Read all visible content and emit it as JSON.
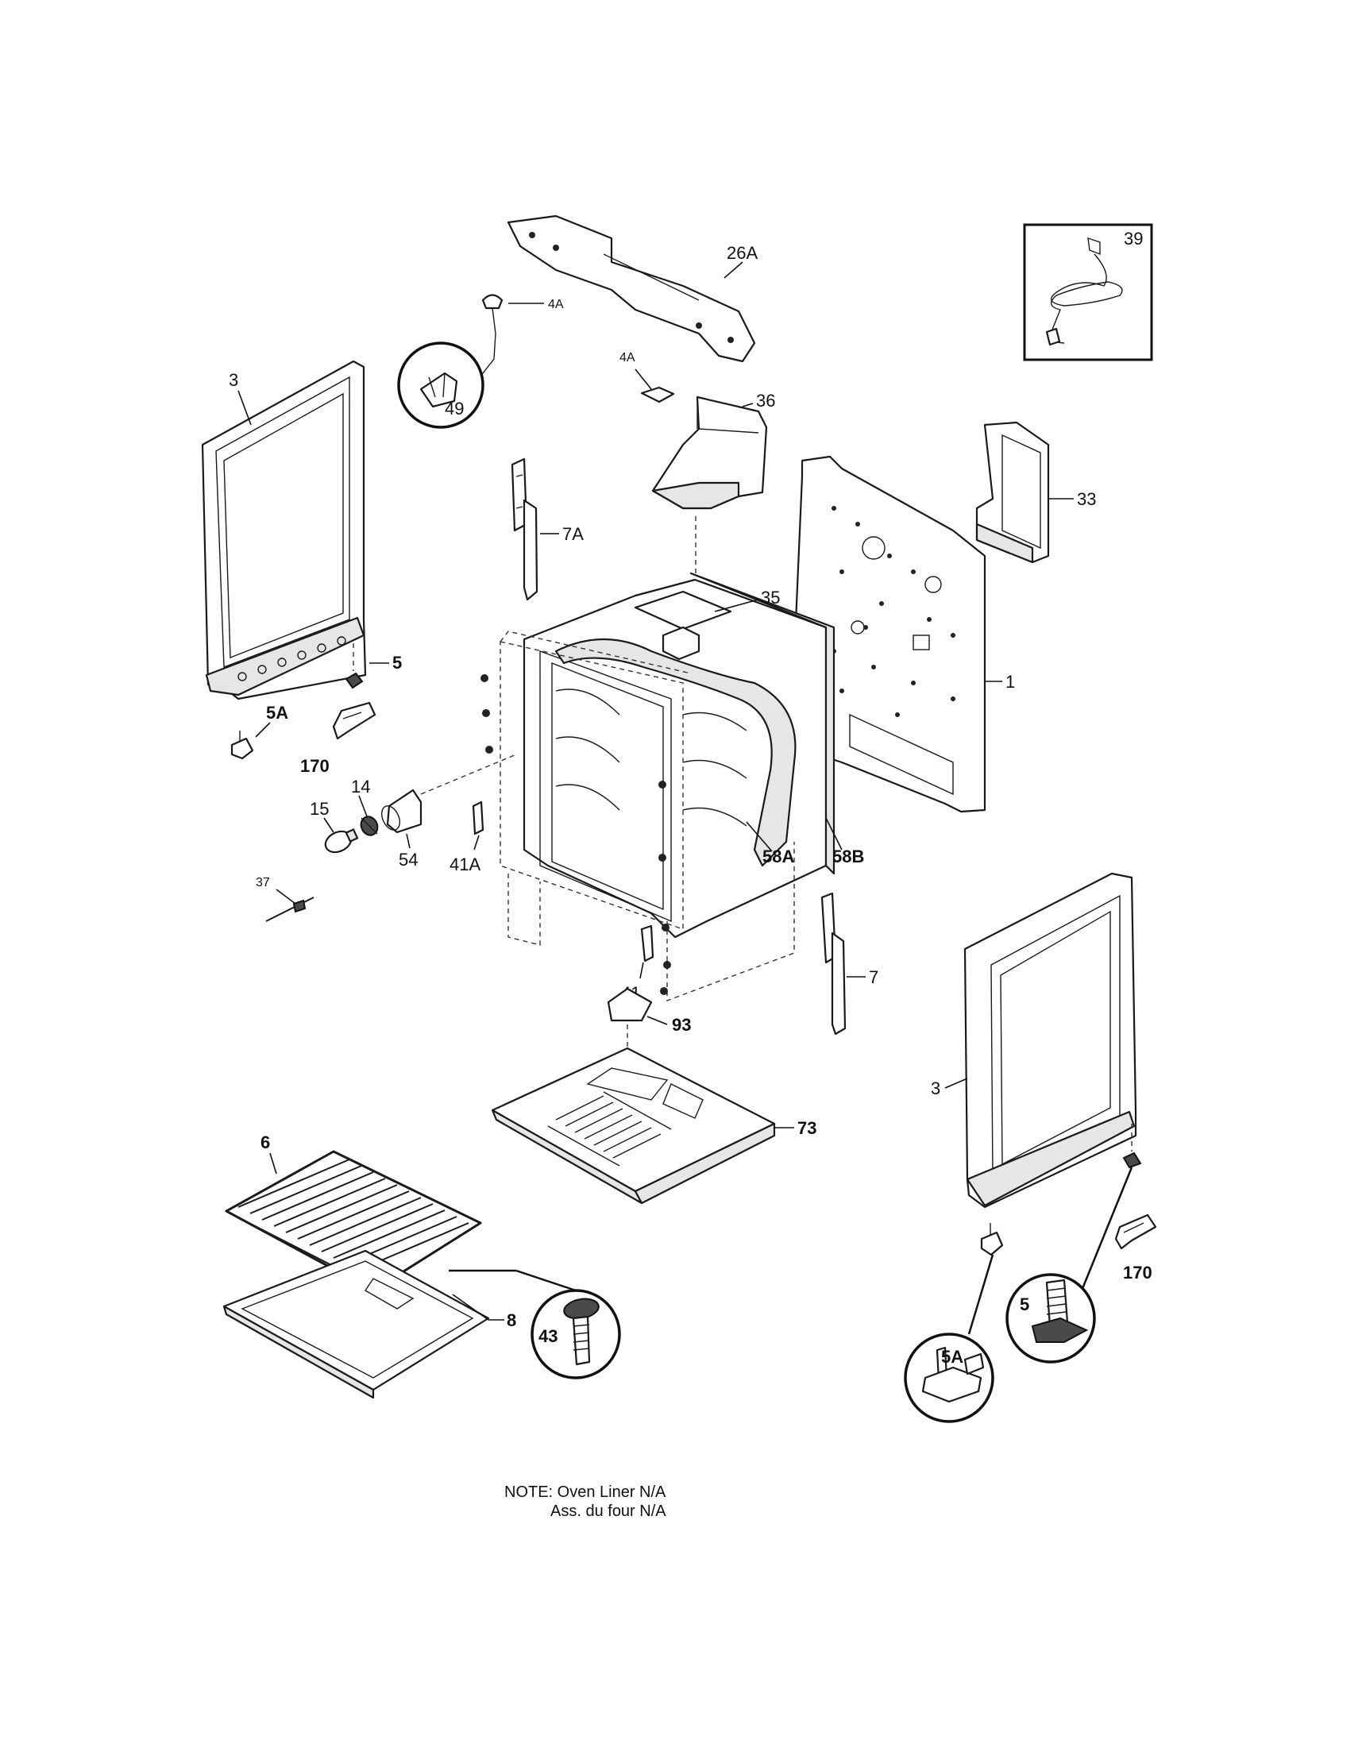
{
  "callouts": {
    "c26A": "26A",
    "c4A_top": "4A",
    "c4A_mid": "4A",
    "c49": "49",
    "c39": "39",
    "c36": "36",
    "c3_left": "3",
    "c7A": "7A",
    "c33": "33",
    "c35": "35",
    "c1": "1",
    "c5_left": "5",
    "c5A_left": "5A",
    "c170_left": "170",
    "c15": "15",
    "c14": "14",
    "c54": "54",
    "c41A": "41A",
    "c58A": "58A",
    "c58B": "58B",
    "c37": "37",
    "c41": "41",
    "c7": "7",
    "c93": "93",
    "c3_right": "3",
    "c73": "73",
    "c6": "6",
    "c8": "8",
    "c43": "43",
    "c170_right": "170",
    "c5_right": "5",
    "c5A_right": "5A"
  },
  "note": {
    "line1": "NOTE: Oven Liner N/A",
    "line2": "Ass. du four N/A"
  }
}
